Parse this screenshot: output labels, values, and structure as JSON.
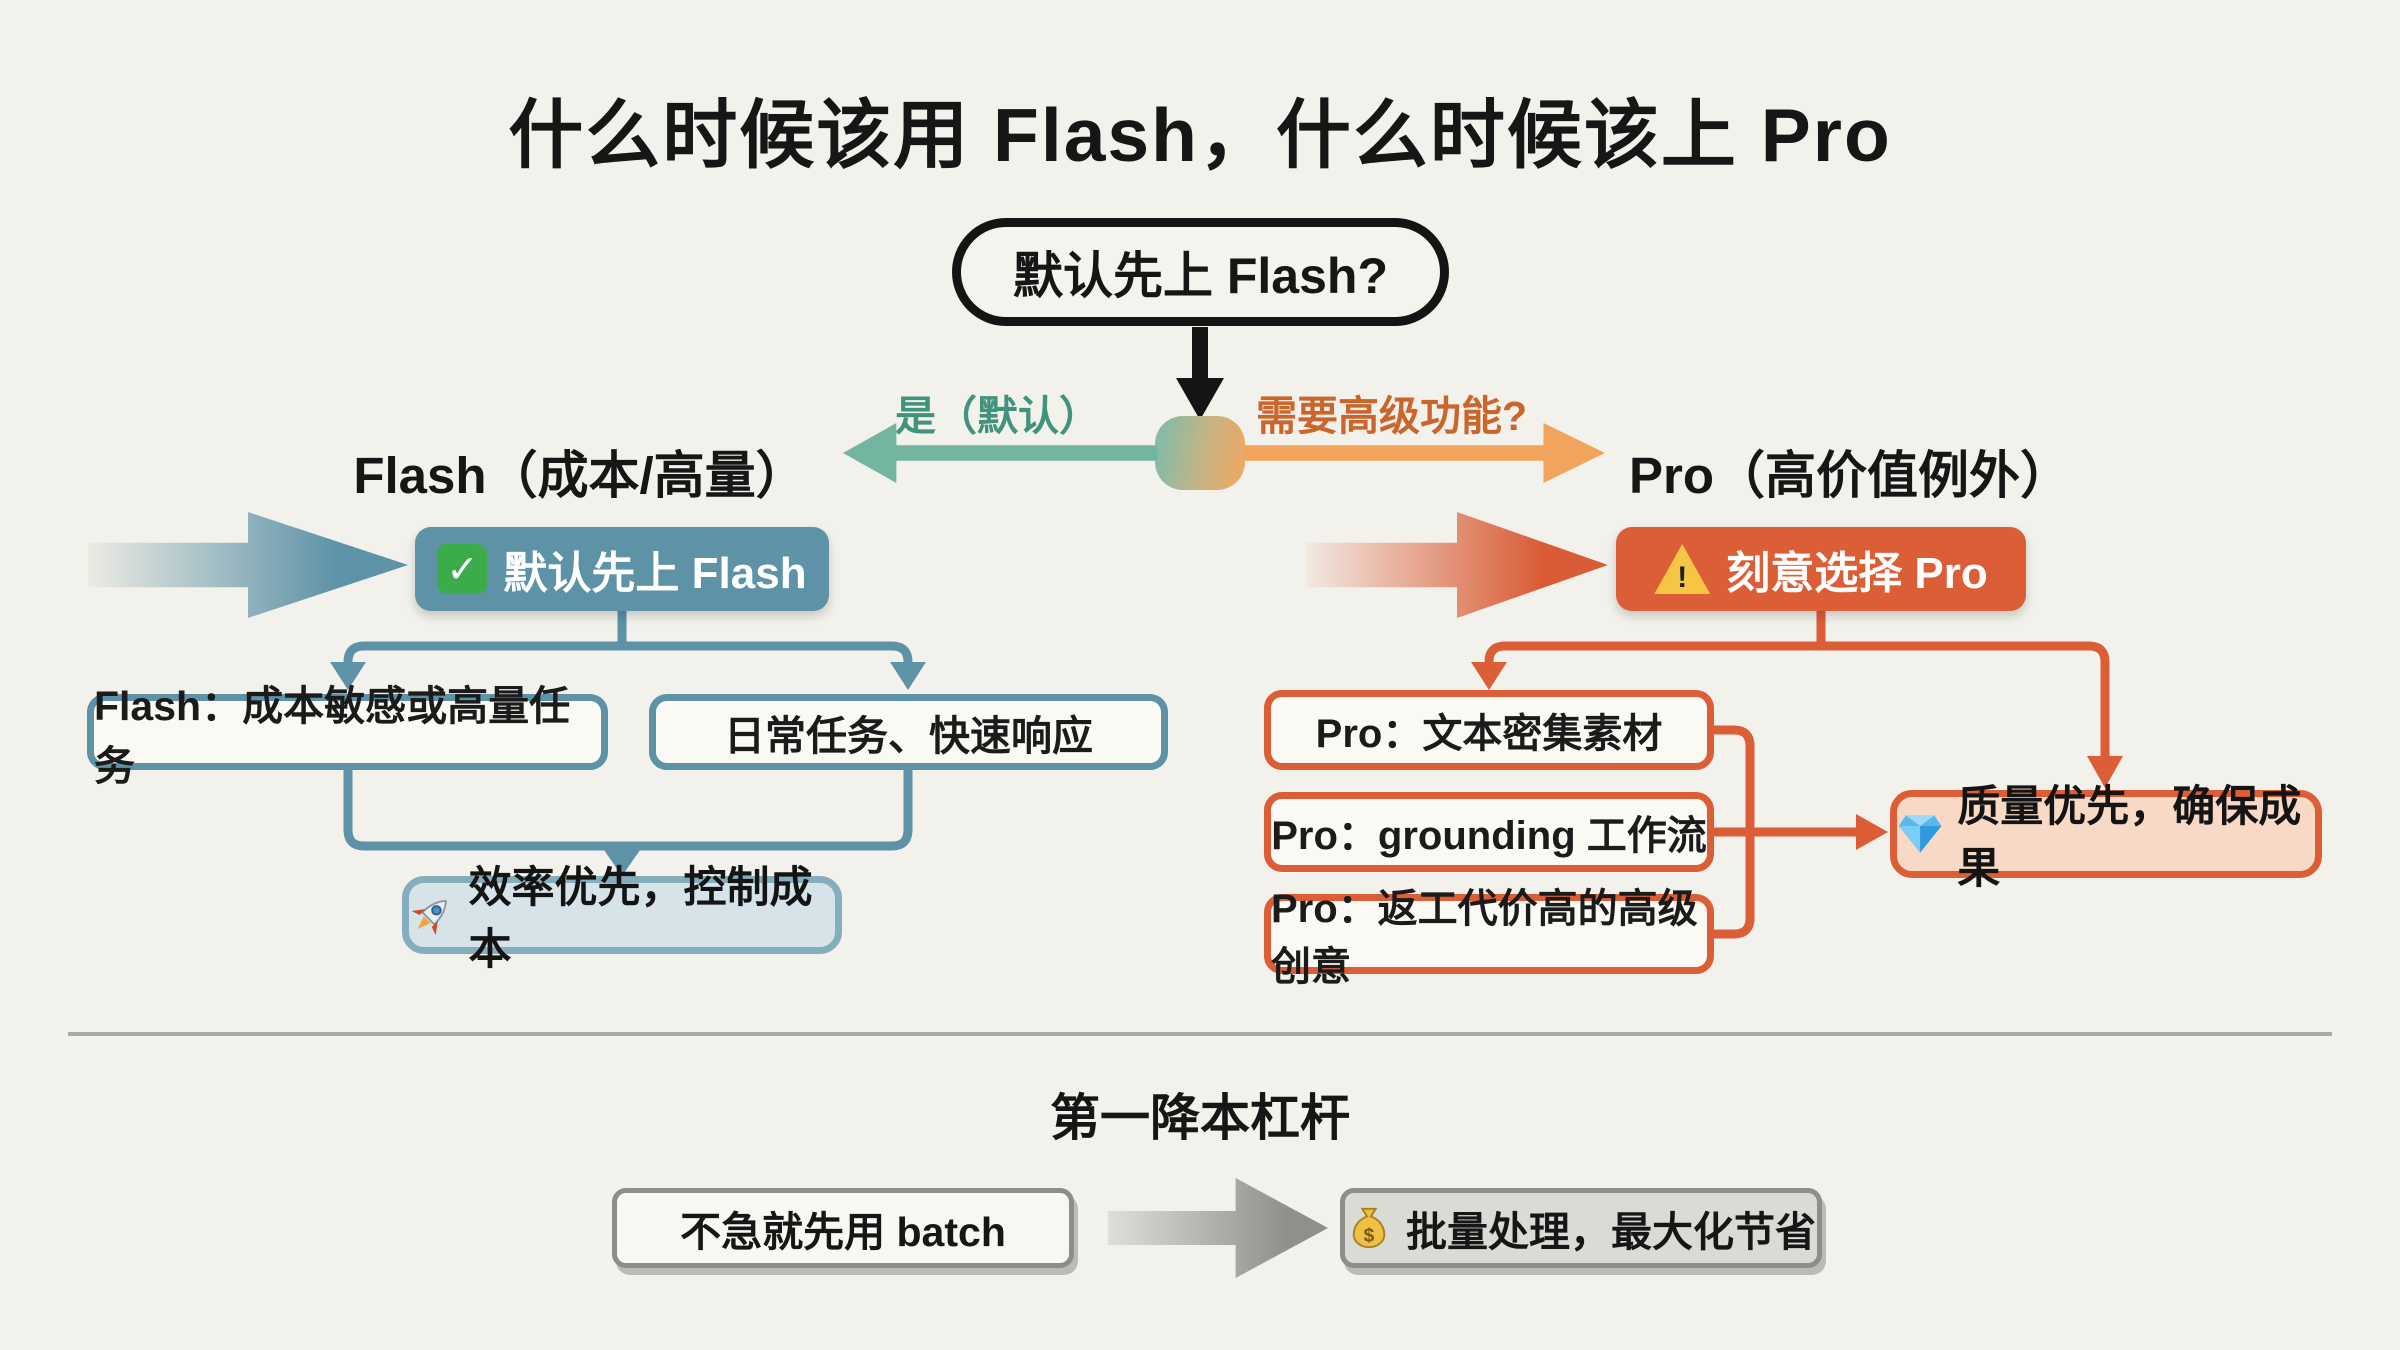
{
  "title": "什么时候该用 Flash，什么时候该上 Pro",
  "decision": {
    "question": "默认先上 Flash?",
    "yes_label": "是（默认）",
    "advanced_label": "需要高级功能?"
  },
  "flash": {
    "heading": "Flash（成本/高量）",
    "main": {
      "icon": "check-icon",
      "label": "默认先上 Flash"
    },
    "reasons": [
      "Flash：成本敏感或高量任务",
      "日常任务、快速响应"
    ],
    "outcome": {
      "icon": "rocket-icon",
      "label": "效率优先，控制成本"
    }
  },
  "pro": {
    "heading": "Pro（高价值例外）",
    "main": {
      "icon": "warning-icon",
      "label": "刻意选择 Pro"
    },
    "reasons": [
      "Pro：文本密集素材",
      "Pro：grounding 工作流",
      "Pro：返工代价高的高级创意"
    ],
    "outcome": {
      "icon": "gem-icon",
      "label": "质量优先，确保成果"
    }
  },
  "batch": {
    "heading": "第一降本杠杆",
    "from": "不急就先用 batch",
    "to": {
      "icon": "money-bag-icon",
      "label": "批量处理，最大化节省"
    }
  },
  "icons": {
    "check_glyph": "✓",
    "warning_glyph": "!",
    "dollar_glyph": "$"
  },
  "colors": {
    "background": "#f2f1eb",
    "ink": "#161616",
    "flash_blue": "#5d92a7",
    "flash_blue_light": "#d6e4ea",
    "teal_arrow": "#73b5a1",
    "teal_text": "#41937e",
    "orange_arrow": "#f1a45c",
    "orange_text": "#ca662c",
    "pro_orange": "#dc5e37",
    "pro_peach": "#f7d9c5",
    "gray_border": "#8d8d89"
  }
}
